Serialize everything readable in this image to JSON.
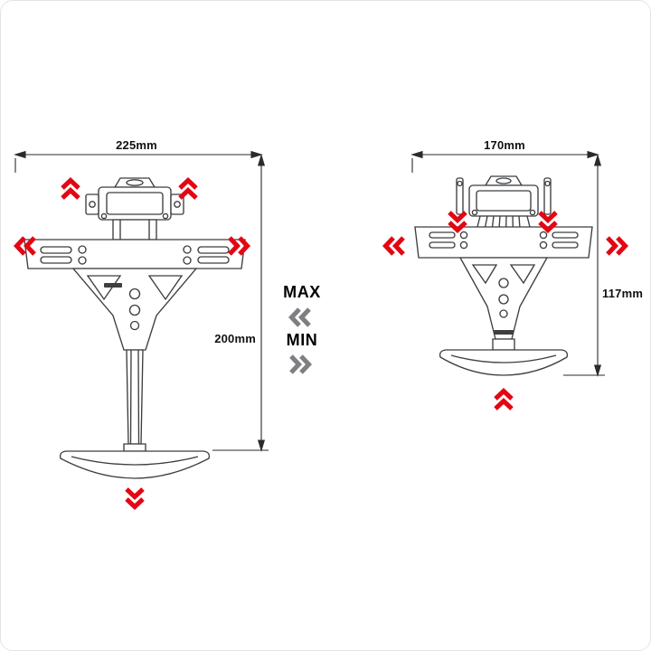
{
  "colors": {
    "background": "#ffffff",
    "frame-border": "#e4e4e4",
    "accent-red": "#e30613",
    "accent-gray": "#7d7f82",
    "drawing-stroke": "#3c3e40",
    "line-color": "#2b2b2b",
    "text-color": "#111111"
  },
  "figures": {
    "left": {
      "width_label": "225mm",
      "height_label": "200mm"
    },
    "right": {
      "width_label": "170mm",
      "height_label": "117mm"
    }
  },
  "center": {
    "max_label": "MAX",
    "min_label": "MIN"
  },
  "icons": {
    "chevron": "double-angle chevron (guillemet style), rendered as two stroked V shapes",
    "red_directions_left_figure": [
      "up",
      "up",
      "left",
      "right",
      "down"
    ],
    "red_directions_right_figure": [
      "down",
      "down",
      "left",
      "right",
      "up"
    ],
    "gray_directions_center": [
      "left",
      "right"
    ]
  }
}
